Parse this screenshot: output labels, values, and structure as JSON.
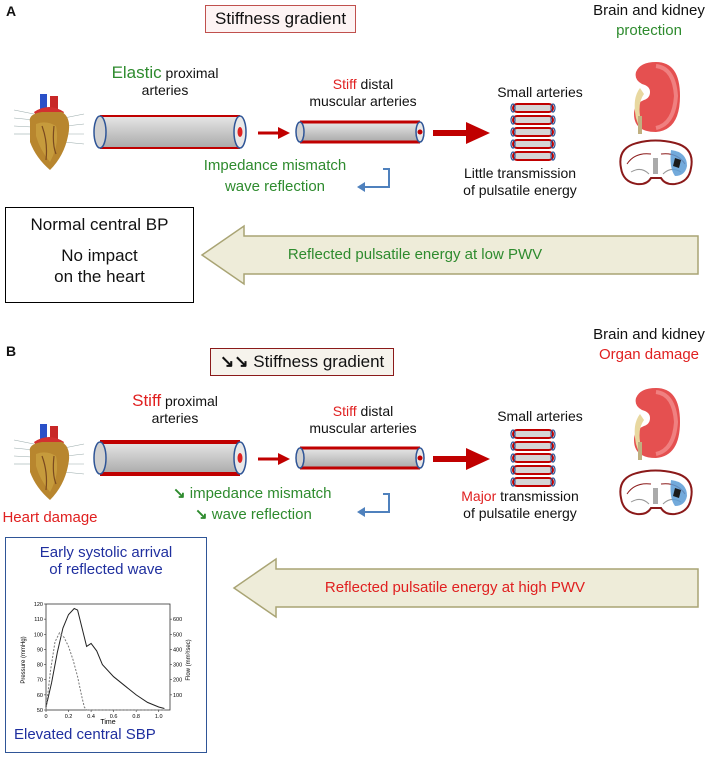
{
  "panel_a": {
    "letter": "A",
    "title": "Stiffness gradient",
    "brain_kidney": "Brain and kidney",
    "outcome": "protection",
    "proximal_word": "Elastic",
    "proximal_rest": "proximal",
    "proximal_line2": "arteries",
    "distal_word": "Stiff",
    "distal_rest": "distal",
    "distal_line2": "muscular arteries",
    "small_arteries": "Small arteries",
    "mismatch": "Impedance mismatch",
    "reflection": "wave reflection",
    "transmission_word": "Little transmission",
    "transmission_line2": "of pulsatile energy",
    "bp_line1": "Normal central BP",
    "bp_line2": "No impact",
    "bp_line3": "on the heart",
    "arrow_label": "Reflected pulsatile energy at low PWV"
  },
  "panel_b": {
    "letter": "B",
    "title_symbol": "↘↘",
    "title": "Stiffness gradient",
    "brain_kidney": "Brain and kidney",
    "outcome": "Organ damage",
    "proximal_word": "Stiff",
    "proximal_rest": "proximal",
    "proximal_line2": "arteries",
    "distal_word": "Stiff",
    "distal_rest": "distal",
    "distal_line2": "muscular arteries",
    "small_arteries": "Small arteries",
    "mismatch": "impedance mismatch",
    "reflection": "wave reflection",
    "down_arrow_symbol": "↘",
    "transmission_word": "Major",
    "transmission_rest": "transmission",
    "transmission_line2": "of pulsatile energy",
    "heart_damage": "Heart damage",
    "inset_title1": "Early systolic arrival",
    "inset_title2": "of reflected wave",
    "inset_footer": "Elevated central SBP",
    "arrow_label": "Reflected pulsatile energy at high PWV"
  },
  "colors": {
    "green": "#2e8b2e",
    "red": "#e02020",
    "blue": "#1f2f9f",
    "arrow_red": "#c00000",
    "reflect_blue": "#4f81bd",
    "big_arrow_fill": "#eeecd9"
  },
  "chart_data": {
    "type": "line",
    "xlabel": "Time",
    "ylabel": "Pressure (mmHg)",
    "y2label": "Flow (mm³/sec)",
    "xlim": [
      0,
      1.1
    ],
    "ylim": [
      50,
      120
    ],
    "y2lim": [
      0,
      700
    ],
    "x_ticks": [
      "0",
      "0.2",
      "0.4",
      "0.6",
      "0.8",
      "1.0"
    ],
    "y_ticks": [
      "50",
      "60",
      "70",
      "80",
      "90",
      "100",
      "110",
      "120"
    ],
    "y2_ticks": [
      "100",
      "200",
      "300",
      "400",
      "500",
      "600"
    ],
    "series": [
      {
        "style": "solid",
        "axis": "left",
        "x": [
          0,
          0.05,
          0.1,
          0.15,
          0.2,
          0.25,
          0.28,
          0.32,
          0.36,
          0.4,
          0.45,
          0.5,
          0.6,
          0.7,
          0.8,
          0.9,
          1.0,
          1.05
        ],
        "y": [
          52,
          68,
          88,
          104,
          113,
          117,
          116,
          104,
          92,
          94,
          89,
          80,
          72,
          66,
          60,
          55,
          52,
          51
        ]
      },
      {
        "style": "dashed",
        "axis": "right",
        "x": [
          0,
          0.04,
          0.08,
          0.12,
          0.16,
          0.2,
          0.24,
          0.28,
          0.3,
          0.32,
          0.34,
          0.36,
          1.05
        ],
        "y": [
          0,
          260,
          450,
          510,
          480,
          420,
          330,
          220,
          150,
          80,
          20,
          0,
          0
        ]
      }
    ]
  }
}
